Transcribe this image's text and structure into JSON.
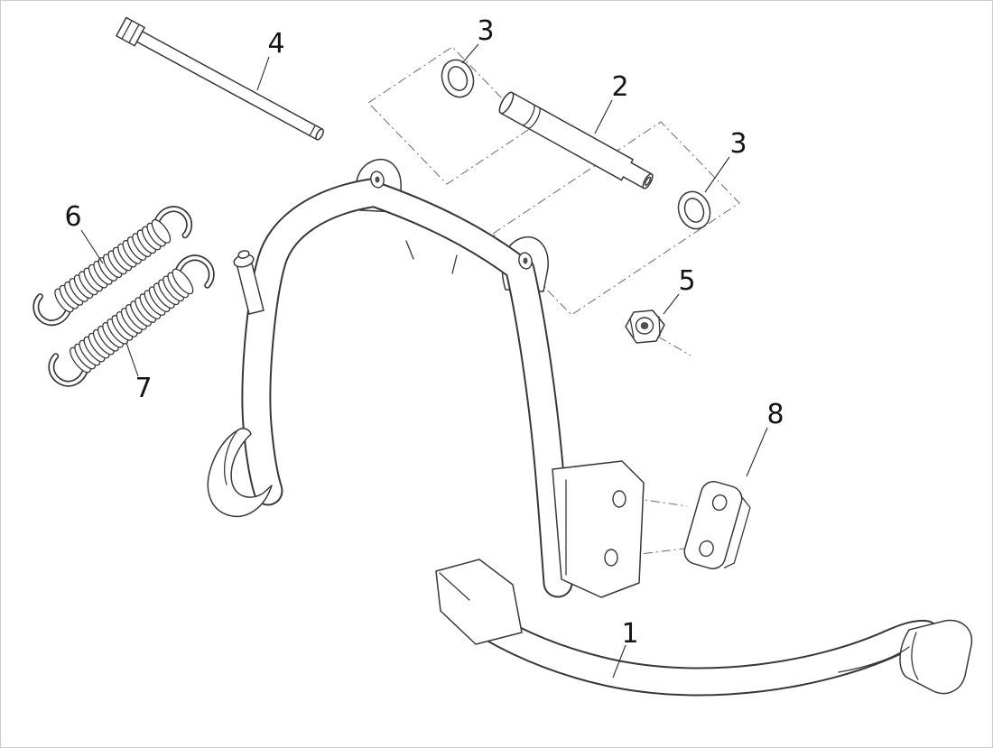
{
  "page": {
    "background": "#ffffff",
    "border_color": "#cccccc",
    "line_color": "#383838",
    "dash_color": "#6a6a6a",
    "label_color": "#141414"
  },
  "diagram": {
    "type": "exploded-parts-diagram",
    "subject": "scooter-center-stand-assembly",
    "callouts": [
      {
        "label": "1",
        "part": "center-stand-frame"
      },
      {
        "label": "2",
        "part": "pivot-pin"
      },
      {
        "label": "3",
        "part": "washer-upper"
      },
      {
        "label": "3",
        "part": "washer-lower"
      },
      {
        "label": "4",
        "part": "hex-bolt"
      },
      {
        "label": "5",
        "part": "hex-nut"
      },
      {
        "label": "6",
        "part": "return-spring-upper"
      },
      {
        "label": "7",
        "part": "return-spring-lower"
      },
      {
        "label": "8",
        "part": "mounting-block"
      }
    ]
  }
}
